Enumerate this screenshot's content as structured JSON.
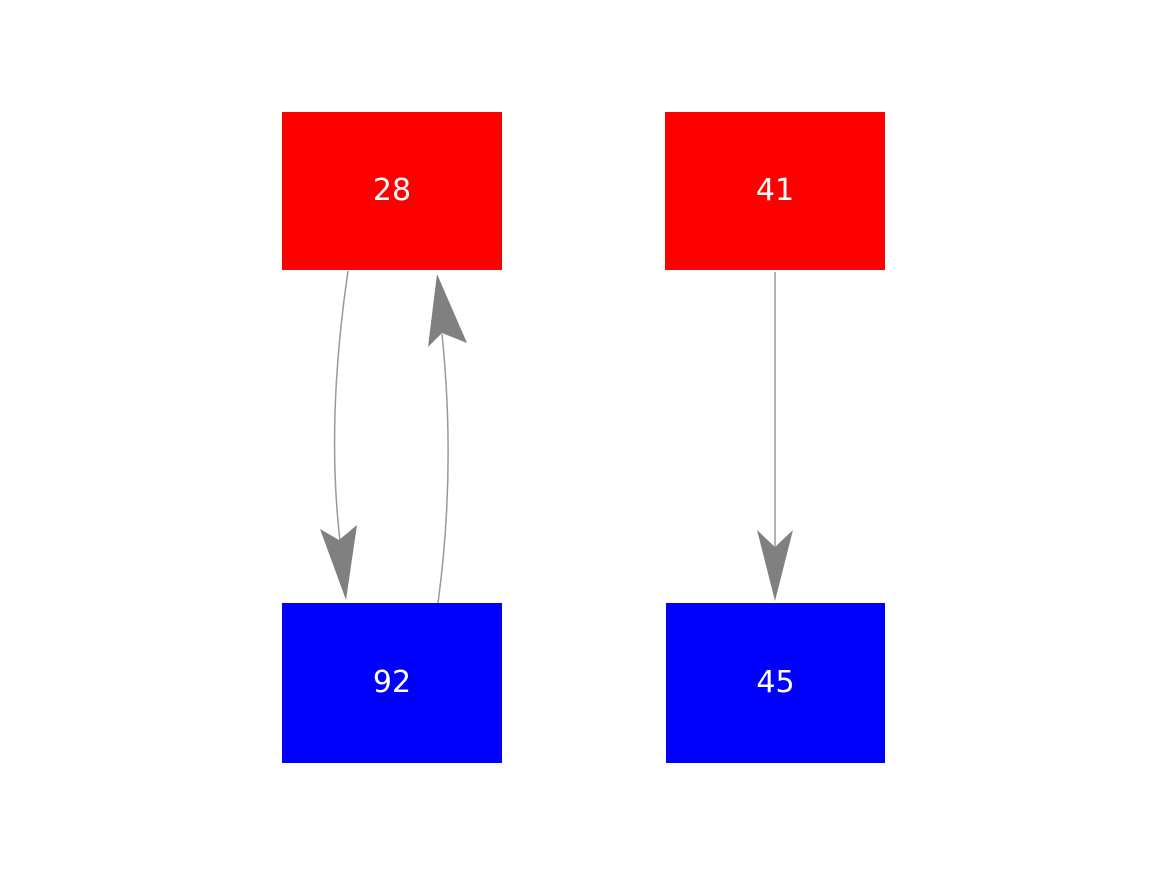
{
  "diagram": {
    "type": "directed-graph",
    "background_color": "#ffffff",
    "edge_line_color": "#999999",
    "arrowhead_color": "#808080",
    "node_text_color": "#ffffff",
    "node_colors": {
      "source": "#ff0000",
      "target": "#0000ff"
    },
    "nodes": [
      {
        "id": "28",
        "label": "28",
        "fill": "#ff0000",
        "row": "top",
        "column": "left"
      },
      {
        "id": "41",
        "label": "41",
        "fill": "#ff0000",
        "row": "top",
        "column": "right"
      },
      {
        "id": "92",
        "label": "92",
        "fill": "#0000ff",
        "row": "bottom",
        "column": "left"
      },
      {
        "id": "45",
        "label": "45",
        "fill": "#0000ff",
        "row": "bottom",
        "column": "right"
      }
    ],
    "edges": [
      {
        "from": "28",
        "to": "92",
        "shape": "curved",
        "direction": "down"
      },
      {
        "from": "92",
        "to": "28",
        "shape": "curved",
        "direction": "up"
      },
      {
        "from": "41",
        "to": "45",
        "shape": "straight",
        "direction": "down"
      }
    ]
  }
}
